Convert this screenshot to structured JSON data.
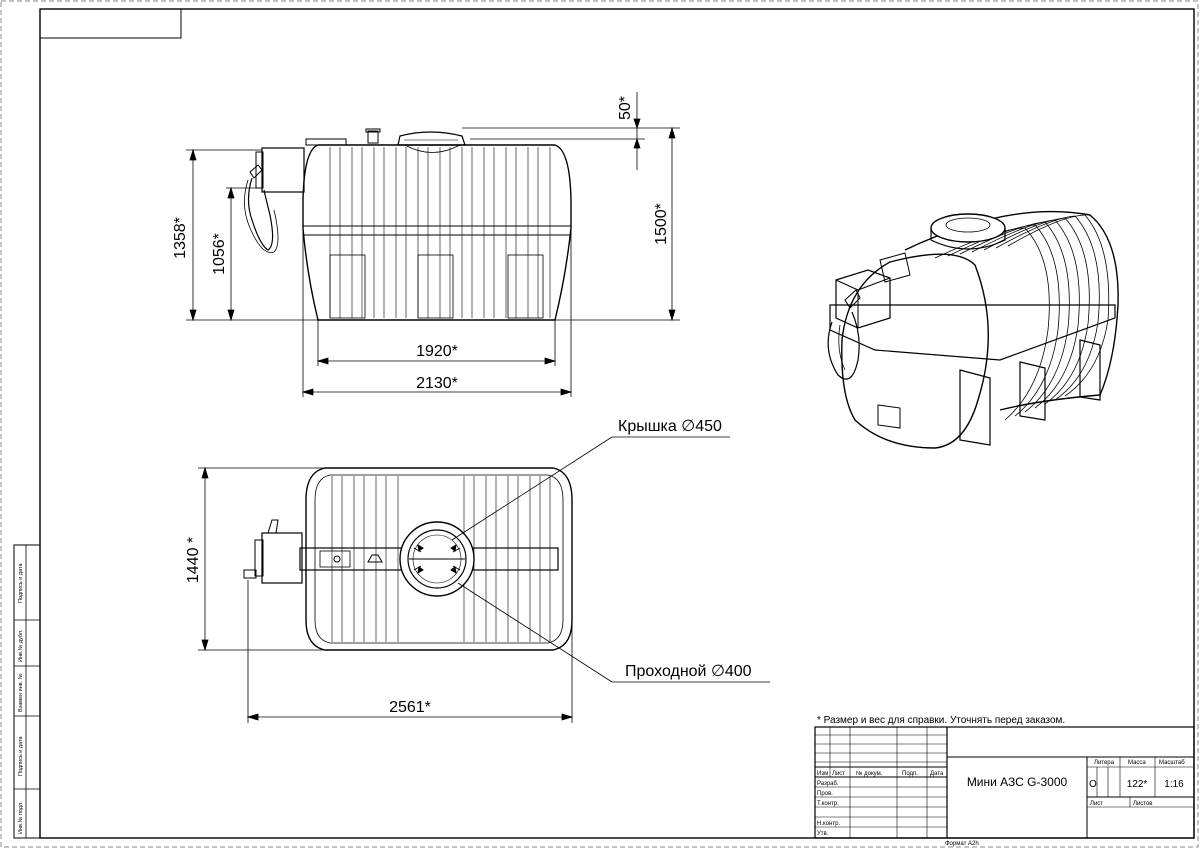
{
  "dimensions": {
    "front_height_total": "1358*",
    "front_height_inner": "1056*",
    "front_height_right": "1500*",
    "front_top_offset": "50*",
    "front_width_inner": "1920*",
    "front_width_outer": "2130*",
    "top_height": "1440 *",
    "top_width": "2561*"
  },
  "callouts": {
    "lid": "Крышка ∅450",
    "passage": "Проходной ∅400"
  },
  "note": "* Размер и вес для справки. Уточнять перед заказом.",
  "title_block": {
    "product_name": "Мини АЗС G-3000",
    "col_headers": [
      "Изм",
      "Лист",
      "№ докум.",
      "Подп.",
      "Дата"
    ],
    "row_labels": [
      "Разраб.",
      "Пров.",
      "Т.контр.",
      "Н.контр.",
      "Утв."
    ],
    "litera_label": "Литера",
    "mass_label": "Масса",
    "scale_label": "Масштаб",
    "litera_value": "О",
    "mass_value": "122*",
    "scale_value": "1:16",
    "sheet_label": "Лист",
    "sheets_label": "Листов",
    "format": "Формат А2h"
  },
  "side_stamps": [
    "Подпись и дата",
    "Инв.№ дубл.",
    "Взамен инв. №",
    "Подпись и дата",
    "Инв.№ подл."
  ]
}
